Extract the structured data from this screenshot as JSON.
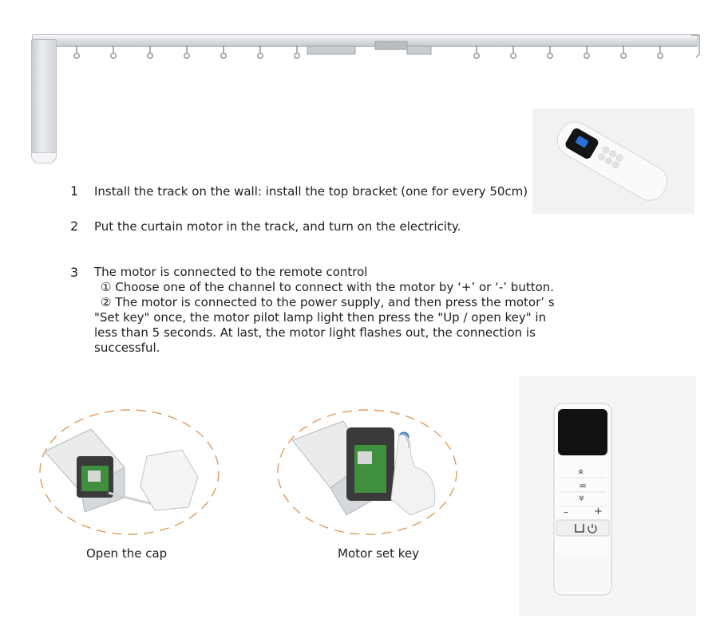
{
  "steps": [
    {
      "number": "1",
      "text": "Install the track on the wall: install the top bracket (one for every 50cm)"
    },
    {
      "number": "2",
      "text": "Put the curtain motor in the track, and turn on the electricity."
    },
    {
      "number": "3",
      "title": "The motor is connected to the remote control",
      "sub1": "① Choose one of the channel to connect with the motor by ‘+’ or ‘-’ button.",
      "sub2_line1": "② The motor is connected to the power supply, and then press the motor’ s",
      "sub2_line2": "\"Set key\" once, the motor pilot lamp light then press the \"Up / open key\" in",
      "sub2_line3": "less than 5 seconds. At last, the motor light flashes out, the connection is",
      "sub2_line4": "successful."
    }
  ],
  "captions": {
    "open_cap": "Open the cap",
    "set_key": "Motor set key"
  },
  "remote": {
    "up": "»",
    "stop": "=",
    "down": "»",
    "minus": "–",
    "plus": "+"
  },
  "colors": {
    "dashed_ellipse": "#e09a5a",
    "pcb": "#3f8f3f",
    "remote_screen": "#111111"
  }
}
